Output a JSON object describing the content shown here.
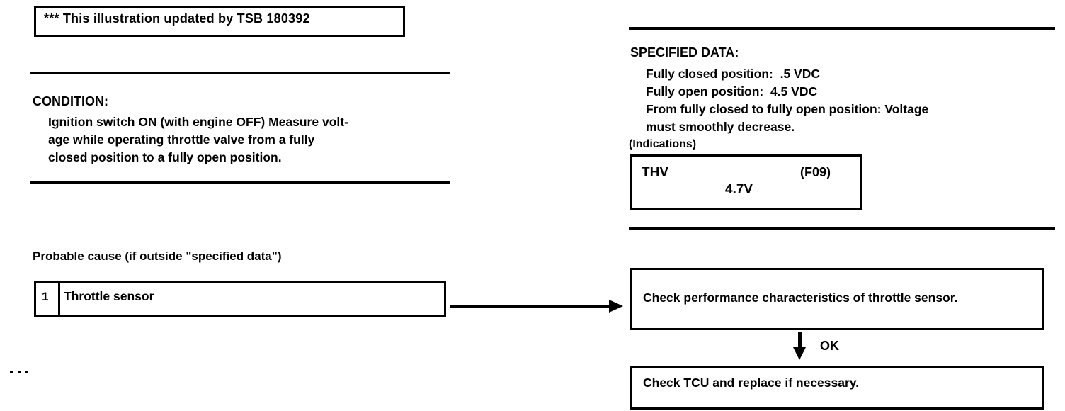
{
  "document": {
    "type": "automotive-diagnostic-chart",
    "subject": "Throttle sensor voltage check"
  },
  "tsb_banner": {
    "text": "*** This illustration updated by TSB 180392"
  },
  "condition": {
    "title": "CONDITION:",
    "body": "Ignition switch ON (with engine OFF) Measure volt-\nage while operating throttle valve from a fully\nclosed position to a fully open position."
  },
  "probable_cause": {
    "title": "Probable cause (if outside \"specified data\")",
    "rows": [
      {
        "number": "1",
        "label": "Throttle sensor"
      }
    ]
  },
  "specified_data": {
    "title": "SPECIFIED DATA:",
    "body": "Fully closed position:  .5 VDC\nFully open position:  4.5 VDC\nFrom fully closed to fully open position: Voltage\nmust smoothly decrease.",
    "indications_label": "(Indications)"
  },
  "indication_box": {
    "name": "THV",
    "code": "(F09)",
    "value": "4.7V"
  },
  "flow": {
    "steps": [
      {
        "text": "Check performance characteristics of throttle sensor."
      },
      {
        "text": "Check TCU and replace if necessary."
      }
    ],
    "branch_label": "OK"
  },
  "colors": {
    "ink": "#000000",
    "paper": "#ffffff"
  }
}
